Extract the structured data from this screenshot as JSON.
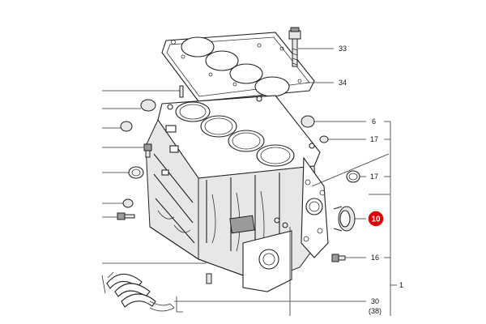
{
  "callouts": [
    {
      "id": "33",
      "text": "33"
    },
    {
      "id": "34",
      "text": "34"
    },
    {
      "id": "6",
      "text": "6"
    },
    {
      "id": "17a",
      "text": "17"
    },
    {
      "id": "17b",
      "text": "17"
    },
    {
      "id": "10",
      "text": "10"
    },
    {
      "id": "16",
      "text": "16"
    },
    {
      "id": "30",
      "text": "30"
    },
    {
      "id": "38",
      "text": "(38)"
    },
    {
      "id": "1",
      "text": "1"
    }
  ],
  "colors": {
    "highlight": "#d90000",
    "line": "#222222",
    "part_fill": "#e7e7e7"
  }
}
